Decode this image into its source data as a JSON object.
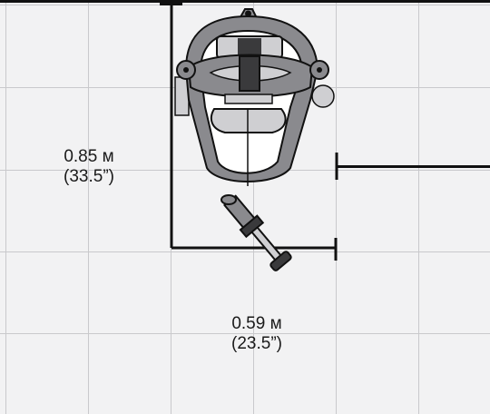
{
  "depth_dimension": {
    "metric": "0.85 м",
    "imperial": "(33.5”)"
  },
  "width_dimension": {
    "metric": "0.59 м",
    "imperial": "(23.5”)"
  },
  "colors": {
    "grid_fill": "#f2f2f3",
    "grid_line": "#c9c9cc",
    "outline": "#111111",
    "equipment_dark": "#3a3a3c",
    "equipment_mid": "#8a8a8e",
    "equipment_light": "#cfcfd2"
  }
}
